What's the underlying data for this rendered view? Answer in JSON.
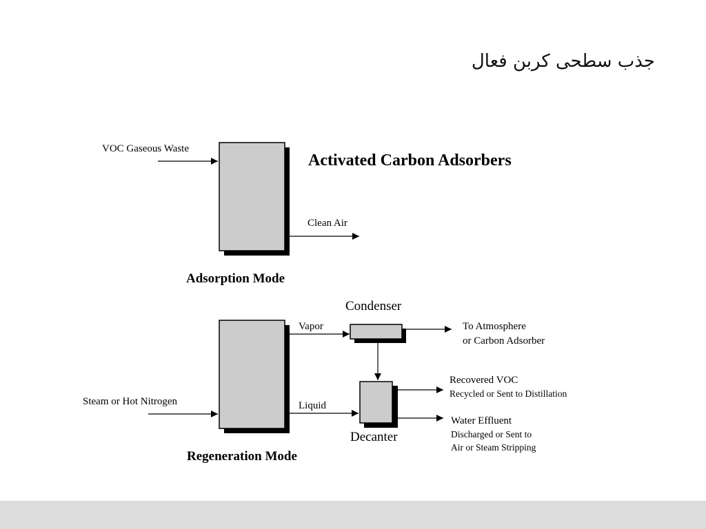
{
  "slide": {
    "title": "جذب سطحی کربن فعال"
  },
  "diagram": {
    "heading": "Activated Carbon Adsorbers",
    "adsorption": {
      "mode_label": "Adsorption Mode",
      "inlet_label": "VOC Gaseous Waste",
      "outlet_label": "Clean Air"
    },
    "regeneration": {
      "mode_label": "Regeneration Mode",
      "inlet_label": "Steam or Hot Nitrogen",
      "vapor_label": "Vapor",
      "liquid_label": "Liquid",
      "condenser_label": "Condenser",
      "condenser_out_line1": "To Atmosphere",
      "condenser_out_line2": "or Carbon Adsorber",
      "decanter_label": "Decanter",
      "voc_out_line1": "Recovered VOC",
      "voc_out_line2": "Recycled or Sent to Distillation",
      "water_out_line1": "Water Effluent",
      "water_out_line2": "Discharged or Sent to",
      "water_out_line3": "Air or Steam Stripping"
    },
    "colors": {
      "vessel_fill": "#cccccc",
      "shadow": "#000000",
      "footer": "#dcdcdc"
    }
  }
}
